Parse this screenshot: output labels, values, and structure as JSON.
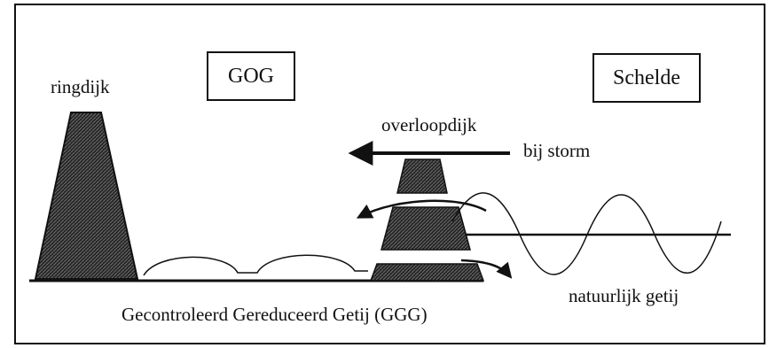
{
  "labels": {
    "ringdijk": "ringdijk",
    "gog": "GOG",
    "schelde": "Schelde",
    "overloopdijk": "overloopdijk",
    "bij_storm": "bij storm",
    "natuurlijk_getij": "natuurlijk getij",
    "ggg": "Gecontroleerd Gereduceerd Getij (GGG)"
  },
  "colors": {
    "line": "#111111",
    "dike_fill": "#1e1e1e",
    "dike_hatch": "#6e6e6e",
    "background": "#ffffff"
  },
  "icons": {
    "storm_arrow": "arrow-left-icon",
    "overflow_arrow": "curved-arrow-left-icon",
    "outflow_arrow": "curved-arrow-right-icon"
  }
}
